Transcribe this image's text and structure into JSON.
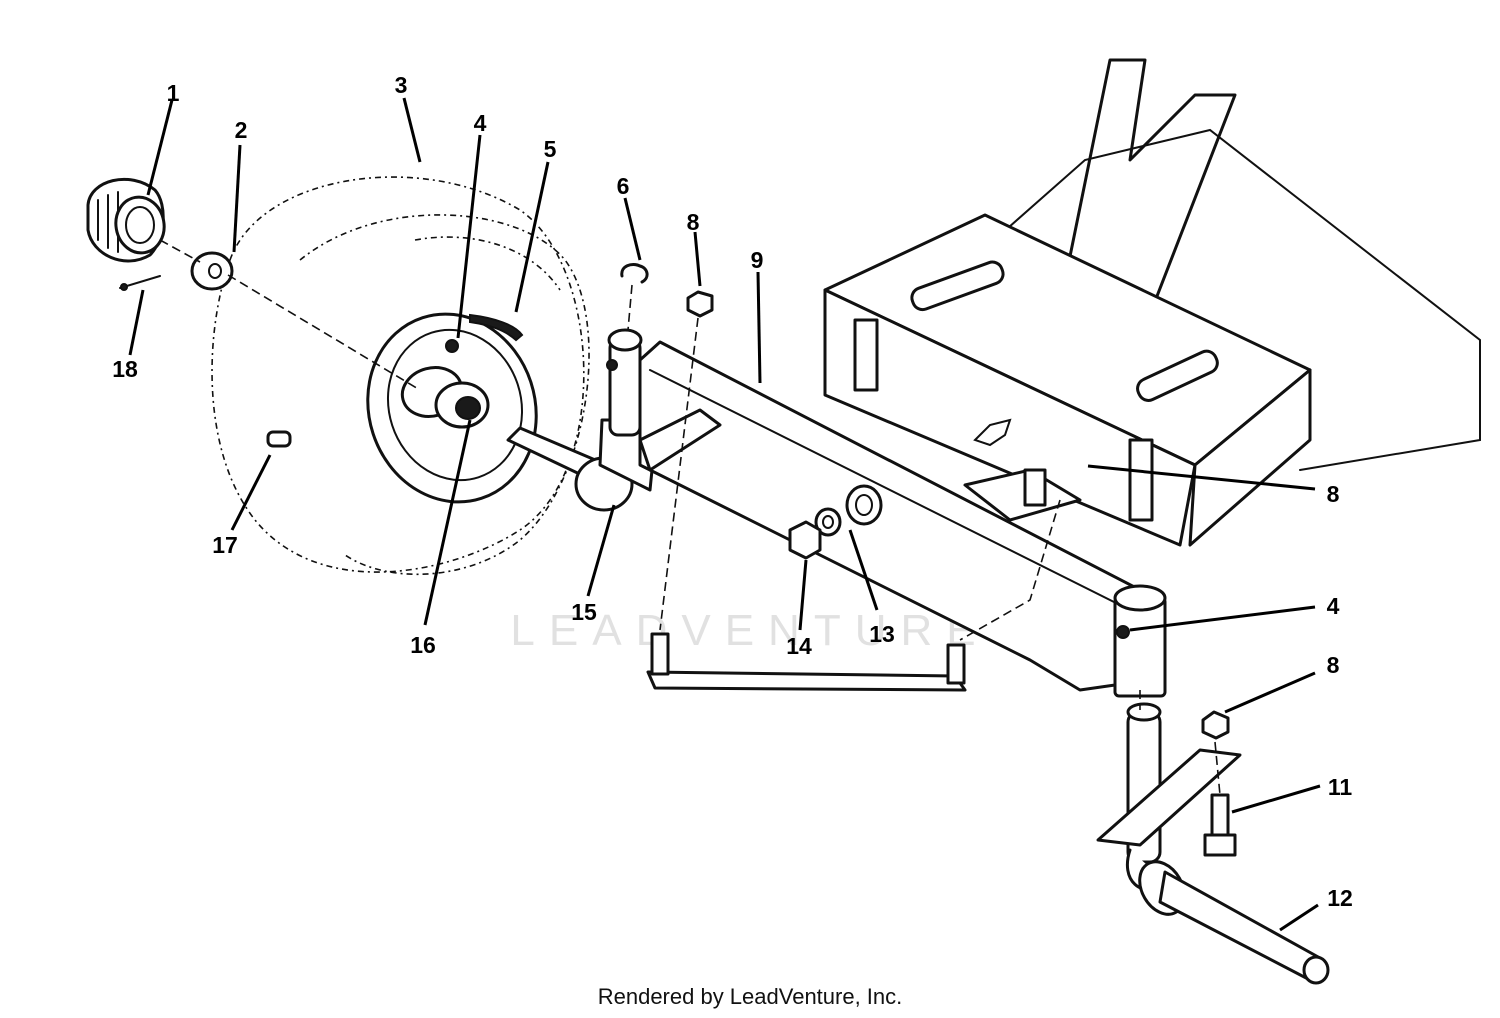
{
  "watermark": "LEADVENTURE",
  "footer": "Rendered by LeadVenture, Inc.",
  "callouts": {
    "c1": "1",
    "c2": "2",
    "c3": "3",
    "c4a": "4",
    "c5": "5",
    "c6": "6",
    "c8a": "8",
    "c9": "9",
    "c18": "18",
    "c17": "17",
    "c16": "16",
    "c15": "15",
    "c14": "14",
    "c13": "13",
    "c8b": "8",
    "c4b": "4",
    "c8c": "8",
    "c11": "11",
    "c12": "12"
  }
}
